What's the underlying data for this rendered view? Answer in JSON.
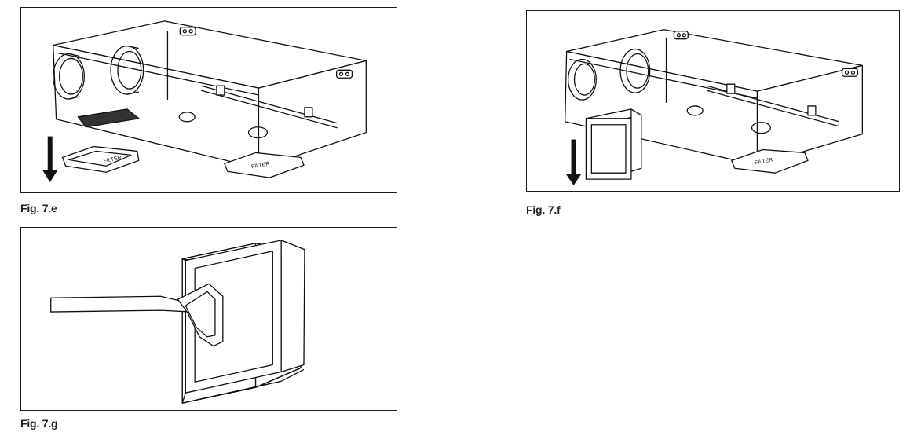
{
  "figures": {
    "fig_7e": {
      "caption": "Fig. 7.e",
      "filter_label": "FILTER"
    },
    "fig_7f": {
      "caption": "Fig. 7.f",
      "filter_label": "FILTER"
    },
    "fig_7g": {
      "caption": "Fig. 7.g"
    }
  }
}
